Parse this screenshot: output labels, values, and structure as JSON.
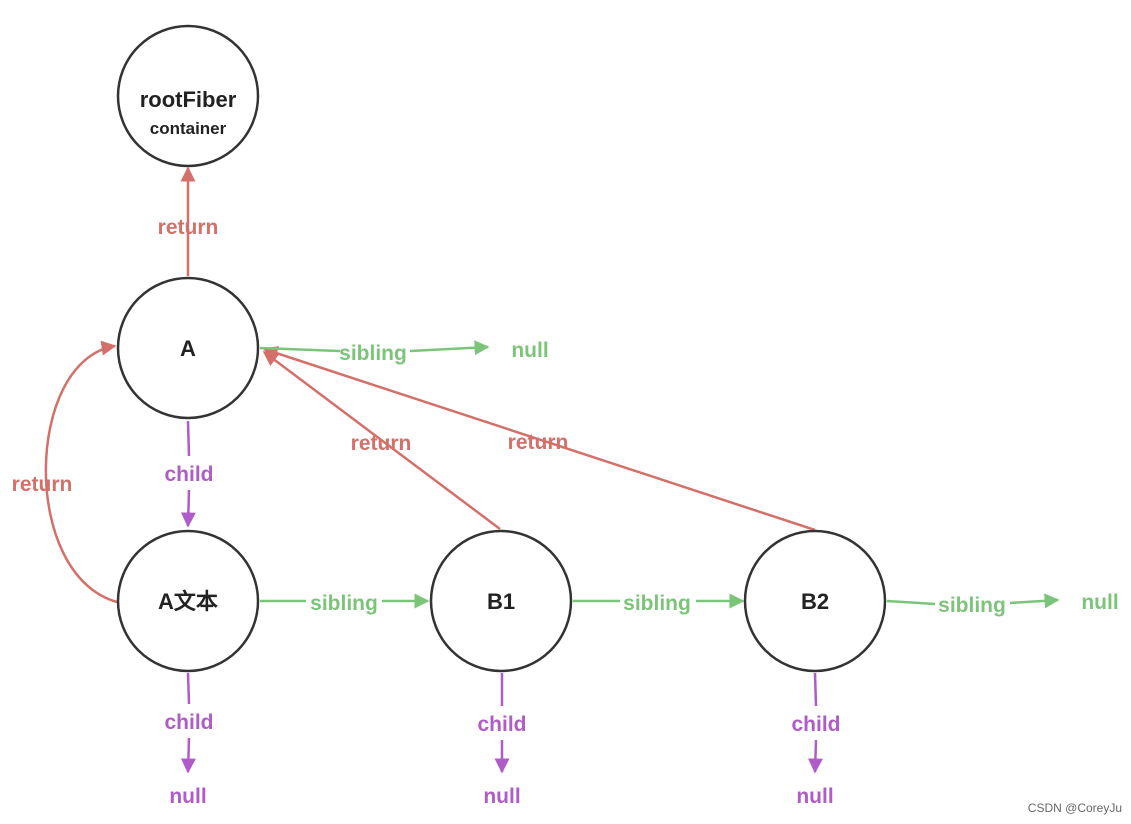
{
  "nodes": {
    "root": {
      "label": "rootFiber",
      "sublabel": "container"
    },
    "a": {
      "label": "A"
    },
    "a_text": {
      "label": "A文本"
    },
    "b1": {
      "label": "B1"
    },
    "b2": {
      "label": "B2"
    }
  },
  "edges": {
    "return_label": "return",
    "sibling_label": "sibling",
    "child_label": "child",
    "null_label": "null"
  },
  "colors": {
    "return": "#d4706a",
    "sibling": "#7cc47a",
    "child": "#b05cc8",
    "node_stroke": "#333333"
  },
  "watermark": "CSDN @CoreyJu"
}
